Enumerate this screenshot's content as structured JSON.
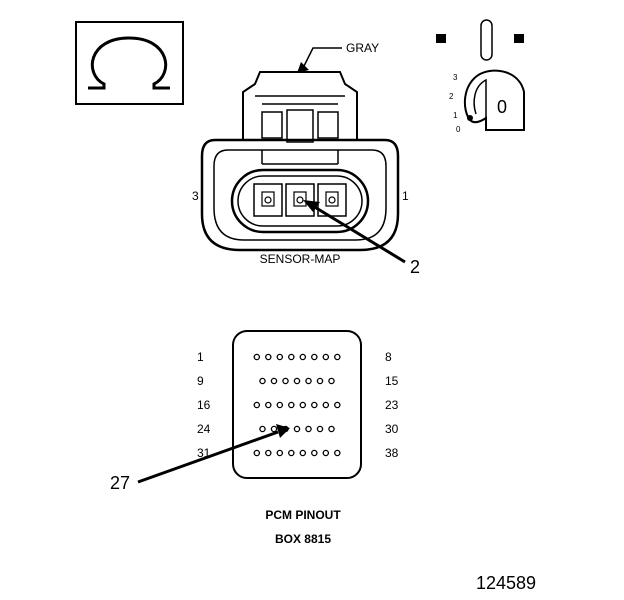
{
  "connector": {
    "color_label": "GRAY",
    "name_label": "SENSOR-MAP",
    "pin_left": "3",
    "pin_right": "1",
    "callout": "2"
  },
  "key_switch": {
    "positions": [
      "3",
      "2",
      "1",
      "0"
    ],
    "key_letter": "0"
  },
  "pcm": {
    "rows": [
      {
        "left": "1",
        "right": "8",
        "pins": 8
      },
      {
        "left": "9",
        "right": "15",
        "pins": 7
      },
      {
        "left": "16",
        "right": "23",
        "pins": 8
      },
      {
        "left": "24",
        "right": "30",
        "pins": 7
      },
      {
        "left": "31",
        "right": "38",
        "pins": 8
      }
    ],
    "callout": "27",
    "title": "PCM PINOUT",
    "subtitle": "BOX 8815"
  },
  "figure_id": "124589",
  "icons": {
    "ohm": "ohm-meter-icon",
    "ignition": "ignition-key-icon"
  },
  "colors": {
    "line": "#000000",
    "background": "#ffffff"
  }
}
